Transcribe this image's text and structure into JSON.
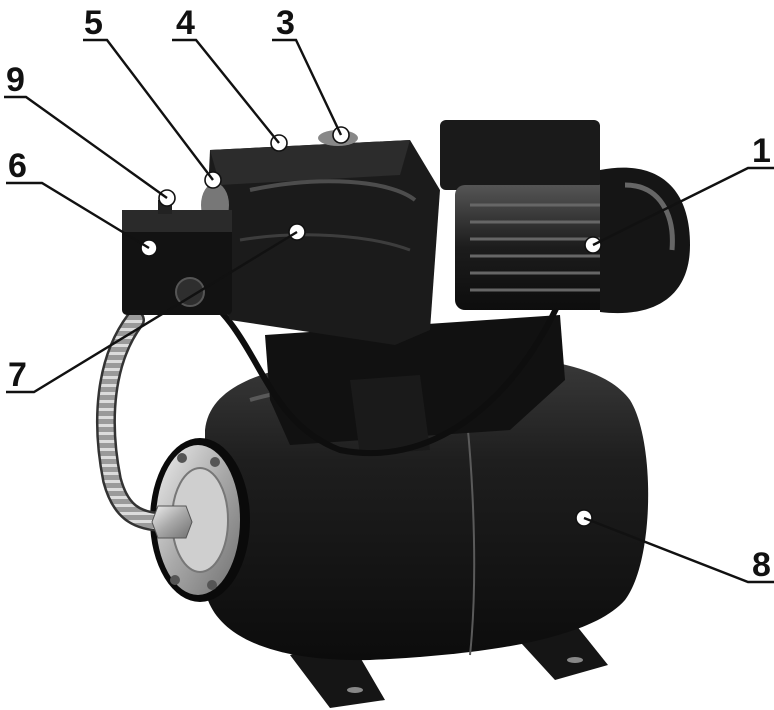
{
  "diagram": {
    "subject": "pump-station-with-pressure-tank",
    "callouts": [
      {
        "id": "c1",
        "label": "1",
        "part": "electric-motor"
      },
      {
        "id": "c3",
        "label": "3",
        "part": "filler-plug"
      },
      {
        "id": "c4",
        "label": "4",
        "part": "pump-housing-top"
      },
      {
        "id": "c5",
        "label": "5",
        "part": "outlet-port"
      },
      {
        "id": "c9",
        "label": "9",
        "part": "pressure-switch-adjuster"
      },
      {
        "id": "c6",
        "label": "6",
        "part": "pressure-switch"
      },
      {
        "id": "c7",
        "label": "7",
        "part": "pump-body"
      },
      {
        "id": "c8",
        "label": "8",
        "part": "pressure-tank"
      }
    ]
  },
  "colors": {
    "tank": "#1a1a1a",
    "metal": "#bdbdbd",
    "line": "#111111",
    "background": "#ffffff"
  }
}
